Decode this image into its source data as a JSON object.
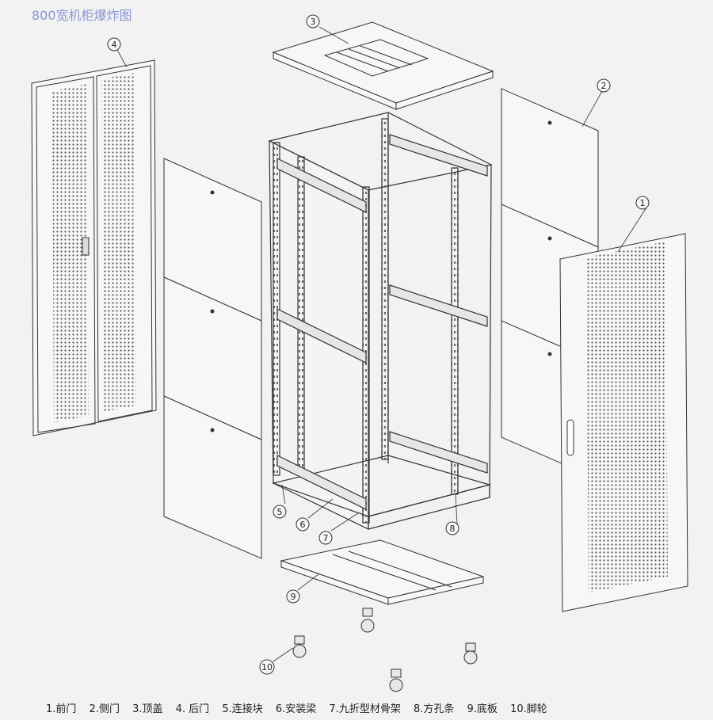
{
  "title": "800宽机柜爆炸图",
  "callouts": [
    {
      "num": "1"
    },
    {
      "num": "2"
    },
    {
      "num": "3"
    },
    {
      "num": "4"
    },
    {
      "num": "5"
    },
    {
      "num": "6"
    },
    {
      "num": "7"
    },
    {
      "num": "8"
    },
    {
      "num": "9"
    },
    {
      "num": "10"
    }
  ],
  "legend": [
    {
      "text": "1.前门"
    },
    {
      "text": "2.侧门"
    },
    {
      "text": "3.顶盖"
    },
    {
      "text": "4. 后门"
    },
    {
      "text": "5.连接块"
    },
    {
      "text": "6.安装梁"
    },
    {
      "text": "7.九折型材骨架"
    },
    {
      "text": "8.方孔条"
    },
    {
      "text": "9.底板"
    },
    {
      "text": "10.脚轮"
    }
  ],
  "colors": {
    "line": "#333333",
    "panel": "#f7f7f7",
    "perforation": "#555555",
    "title": "#8d96d8"
  }
}
